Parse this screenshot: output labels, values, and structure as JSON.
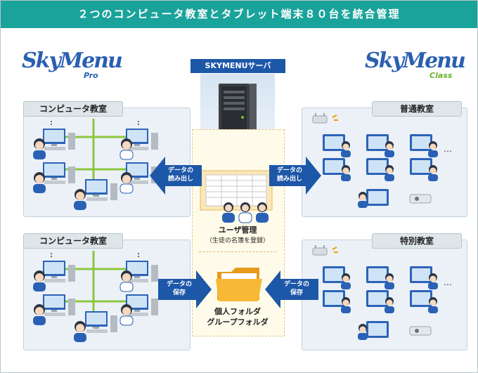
{
  "header": {
    "title": "２つのコンピュータ教室とタブレット端末８０台を統合管理"
  },
  "logos": {
    "left": {
      "text": "SkyMenu",
      "sub": "Pro"
    },
    "right": {
      "text": "SkyMenu",
      "sub": "Class"
    }
  },
  "server": {
    "label": "SKYMENUサーバ"
  },
  "panels": {
    "pc_room_1": "コンピュータ教室",
    "pc_room_2": "コンピュータ教室",
    "regular_room": "普通教室",
    "special_room": "特別教室"
  },
  "arrows": {
    "read_left": [
      "データの",
      "読み出し"
    ],
    "read_right": [
      "データの",
      "読み出し"
    ],
    "save_left": [
      "データの",
      "保存"
    ],
    "save_right": [
      "データの",
      "保存"
    ]
  },
  "user_management": {
    "title": "ユーザ管理",
    "subtitle": "（生徒の名簿を登録）"
  },
  "folders": {
    "line1": "個人フォルダ",
    "line2": "グループフォルダ"
  },
  "ellipsis": "…",
  "colors": {
    "header": "#1aa39a",
    "server_label": "#1d57a8",
    "arrow": "#1d57a8",
    "network_line": "#8cc63f",
    "logo_blue": "#2a5fb0",
    "logo_orange": "#f39800",
    "logo_green": "#6ab42d"
  }
}
